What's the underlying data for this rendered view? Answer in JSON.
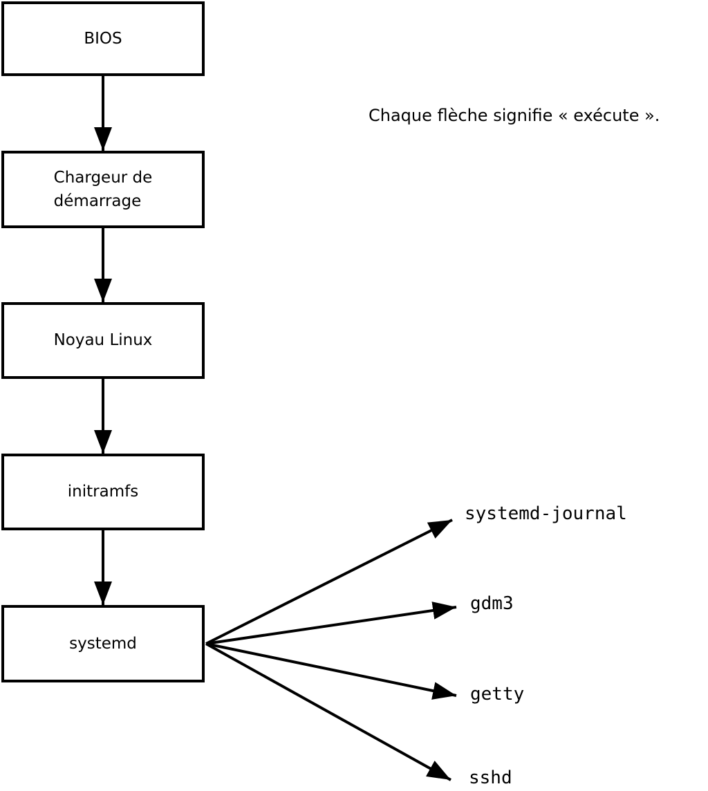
{
  "caption": "Chaque flèche signifie « exécute ».",
  "diagram": {
    "type": "flowchart",
    "edge_meaning": "exécute",
    "chain": [
      {
        "id": "bios",
        "label": "BIOS"
      },
      {
        "id": "loader",
        "label": "Chargeur de\ndémarrage"
      },
      {
        "id": "kernel",
        "label": "Noyau Linux"
      },
      {
        "id": "initramfs",
        "label": "initramfs"
      },
      {
        "id": "systemd",
        "label": "systemd"
      }
    ],
    "children_of_systemd": [
      {
        "id": "journal",
        "label": "systemd-journal"
      },
      {
        "id": "gdm3",
        "label": "gdm3"
      },
      {
        "id": "getty",
        "label": "getty"
      },
      {
        "id": "sshd",
        "label": "sshd"
      }
    ],
    "colors": {
      "line": "#000000",
      "box_fill": "#ffffff",
      "text": "#000000"
    }
  }
}
